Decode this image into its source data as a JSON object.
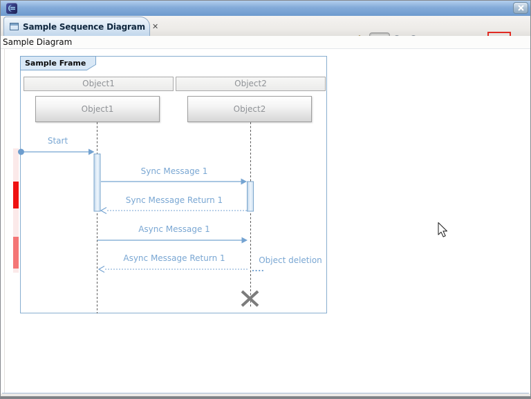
{
  "tab": {
    "title": "Sample Sequence Diagram",
    "close_glyph": "✕"
  },
  "breadcrumb": {
    "label": "Sample Diagram"
  },
  "toolbar": {
    "icons": [
      {
        "name": "home-icon"
      },
      {
        "name": "select-cursor-icon",
        "state": "pressed"
      },
      {
        "name": "zoom-in-icon"
      },
      {
        "name": "zoom-out-icon"
      },
      {
        "name": "arrow-down-icon"
      },
      {
        "name": "arrow-up-icon",
        "state": "disabled"
      },
      {
        "name": "arrow-left-icon",
        "state": "disabled"
      },
      {
        "name": "arrow-right-icon"
      },
      {
        "name": "interaction-tool-icon",
        "state": "highlighted-red"
      },
      {
        "name": "view-menu-dropdown-icon"
      }
    ]
  },
  "diagram": {
    "frame_label": "Sample Frame",
    "columns": [
      {
        "header": "Object1",
        "box": "Object1"
      },
      {
        "header": "Object2",
        "box": "Object2"
      }
    ],
    "messages": {
      "start": "Start",
      "sync1": "Sync Message 1",
      "sync_return1": "Sync Message Return 1",
      "async1": "Async Message 1",
      "async_return1": "Async Message Return 1",
      "deletion": "Object deletion"
    },
    "colors": {
      "accent_blue": "#74a3d1",
      "label_blue": "#7aa7d3",
      "lifeline_grey": "#595959",
      "destroy_grey": "#7c7c7c",
      "marker_red": "#ef1212",
      "marker_salmon": "#f47676"
    }
  }
}
